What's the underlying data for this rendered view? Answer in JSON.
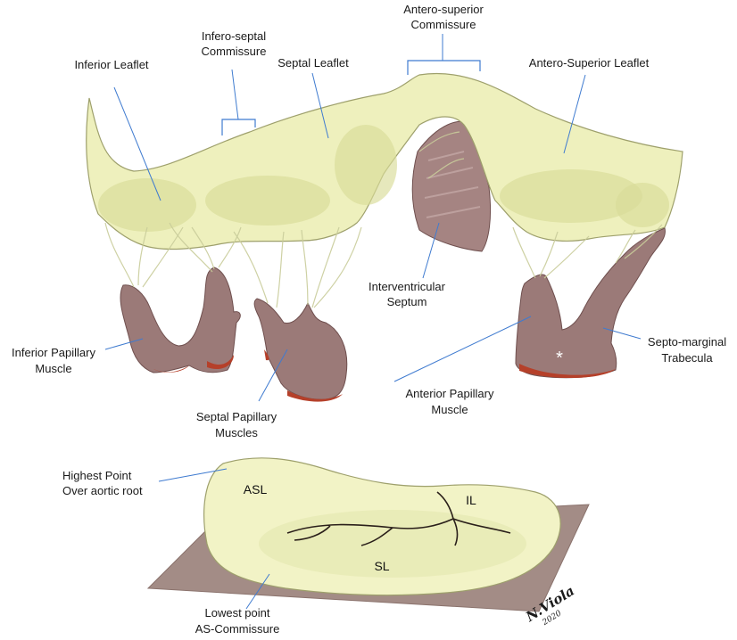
{
  "labels": {
    "antero_superior_commissure": [
      "Antero-superior",
      "Commissure"
    ],
    "infero_septal_commissure": [
      "Infero-septal",
      "Commissure"
    ],
    "inferior_leaflet": "Inferior Leaflet",
    "septal_leaflet": "Septal Leaflet",
    "antero_superior_leaflet": "Antero-Superior Leaflet",
    "interventricular_septum": [
      "Interventricular",
      "Septum"
    ],
    "inferior_papillary_muscle": [
      "Inferior Papillary",
      "Muscle"
    ],
    "septal_papillary_muscles": [
      "Septal Papillary",
      "Muscles"
    ],
    "anterior_papillary_muscle": [
      "Anterior Papillary",
      "Muscle"
    ],
    "septo_marginal_trabecula": [
      "Septo-marginal",
      "Trabecula"
    ],
    "highest_point": [
      "Highest Point",
      "Over aortic root"
    ],
    "lowest_point": [
      "Lowest point",
      "AS-Commissure"
    ],
    "annulus_asl": "ASL",
    "annulus_il": "IL",
    "annulus_sl": "SL",
    "asterisk": "*",
    "signature": "N.Viola 2020"
  },
  "colors": {
    "leaflet": "#eef0bd",
    "muscle": "#9b7a78",
    "muscle_tip": "#b5402a",
    "leader": "#3f7bd0",
    "plane": "#a38c86"
  }
}
